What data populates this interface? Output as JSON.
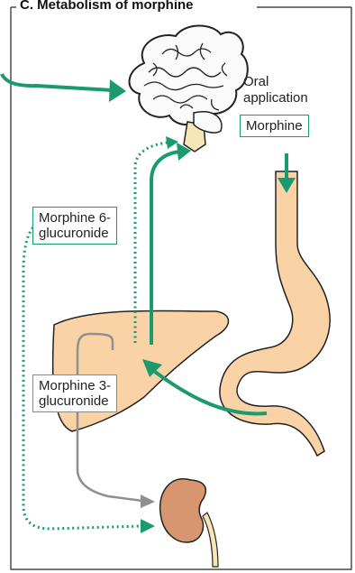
{
  "title": "C. Metabolism of morphine",
  "oral": {
    "line1": "Oral",
    "line2": "application"
  },
  "morphine_label": "Morphine",
  "m6g": {
    "line1": "Morphine 6-",
    "line2": "glucuronide"
  },
  "m3g": {
    "line1": "Morphine 3-",
    "line2": "glucuronide"
  },
  "colors": {
    "green": "#1a9a6e",
    "grey": "#8f8f8f",
    "organ_fill": "#f9d3a6",
    "kidney_fill": "#d89670",
    "brain_stem": "#f5e6b8"
  },
  "icons": [
    "brain-icon",
    "stomach-icon",
    "liver-icon",
    "kidney-icon"
  ]
}
